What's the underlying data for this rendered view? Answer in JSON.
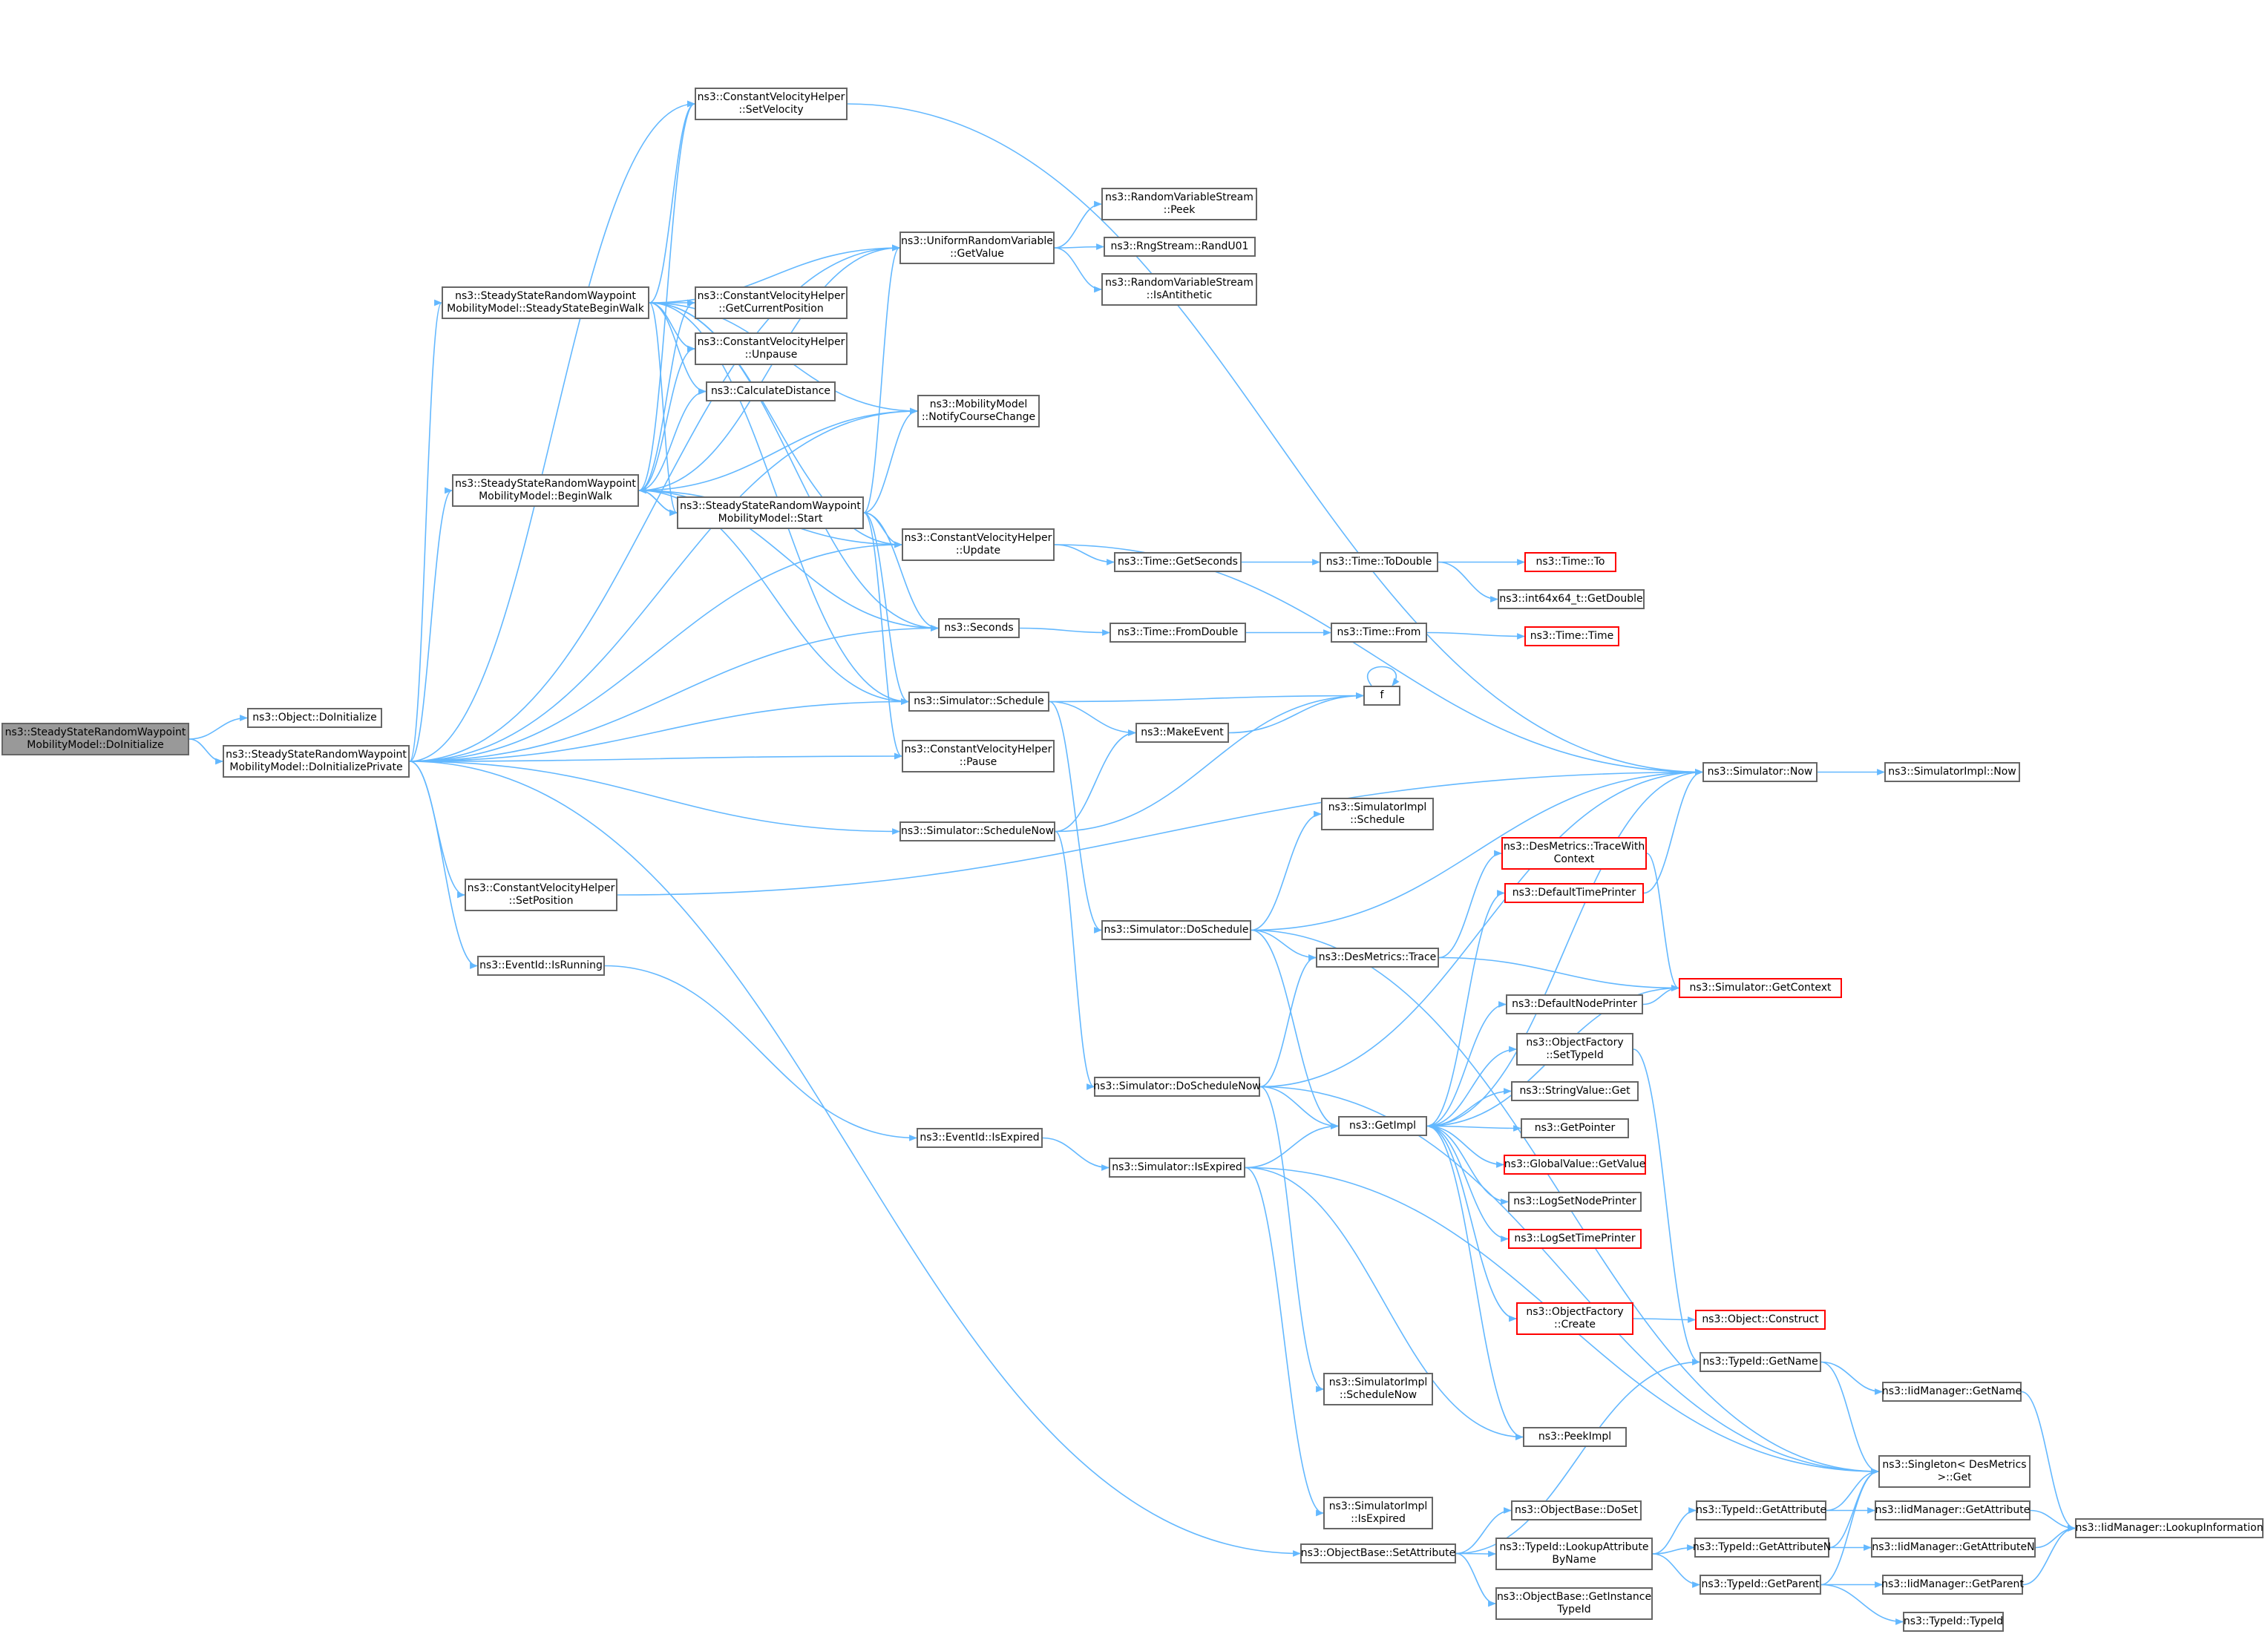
{
  "colors": {
    "edge": "#63b8ff",
    "border": "#666666",
    "root_fill": "#999999",
    "truncated_border": "#ff0000"
  },
  "nodes": {
    "root": {
      "l1": "ns3::SteadyStateRandomWaypoint",
      "l2": "MobilityModel::DoInitialize"
    },
    "obj_doinit": {
      "l1": "ns3::Object::DoInitialize"
    },
    "doinit_priv": {
      "l1": "ns3::SteadyStateRandomWaypoint",
      "l2": "MobilityModel::DoInitializePrivate"
    },
    "cvh_setvel": {
      "l1": "ns3::ConstantVelocityHelper",
      "l2": "::SetVelocity"
    },
    "ss_beginwalk": {
      "l1": "ns3::SteadyStateRandomWaypoint",
      "l2": "MobilityModel::SteadyStateBeginWalk"
    },
    "cvh_getcur": {
      "l1": "ns3::ConstantVelocityHelper",
      "l2": "::GetCurrentPosition"
    },
    "cvh_unpause": {
      "l1": "ns3::ConstantVelocityHelper",
      "l2": "::Unpause"
    },
    "calcdist": {
      "l1": "ns3::CalculateDistance"
    },
    "beginwalk": {
      "l1": "ns3::SteadyStateRandomWaypoint",
      "l2": "MobilityModel::BeginWalk"
    },
    "start": {
      "l1": "ns3::SteadyStateRandomWaypoint",
      "l2": "MobilityModel::Start"
    },
    "urv_getvalue": {
      "l1": "ns3::UniformRandomVariable",
      "l2": "::GetValue"
    },
    "rvs_peek": {
      "l1": "ns3::RandomVariableStream",
      "l2": "::Peek"
    },
    "rng_randu01": {
      "l1": "ns3::RngStream::RandU01"
    },
    "rvs_isanti": {
      "l1": "ns3::RandomVariableStream",
      "l2": "::IsAntithetic"
    },
    "mm_notify": {
      "l1": "ns3::MobilityModel",
      "l2": "::NotifyCourseChange"
    },
    "cvh_update": {
      "l1": "ns3::ConstantVelocityHelper",
      "l2": "::Update"
    },
    "time_getsec": {
      "l1": "ns3::Time::GetSeconds"
    },
    "time_todouble": {
      "l1": "ns3::Time::ToDouble"
    },
    "time_to": {
      "l1": "ns3::Time::To"
    },
    "int64_getdouble": {
      "l1": "ns3::int64x64_t::GetDouble"
    },
    "seconds": {
      "l1": "ns3::Seconds"
    },
    "time_fromdouble": {
      "l1": "ns3::Time::FromDouble"
    },
    "time_from": {
      "l1": "ns3::Time::From"
    },
    "time_time": {
      "l1": "ns3::Time::Time"
    },
    "sim_schedule": {
      "l1": "ns3::Simulator::Schedule"
    },
    "f": {
      "l1": "f"
    },
    "makeevent": {
      "l1": "ns3::MakeEvent"
    },
    "cvh_pause": {
      "l1": "ns3::ConstantVelocityHelper",
      "l2": "::Pause"
    },
    "sim_schednow": {
      "l1": "ns3::Simulator::ScheduleNow"
    },
    "sim_now": {
      "l1": "ns3::Simulator::Now"
    },
    "simimpl_now": {
      "l1": "ns3::SimulatorImpl::Now"
    },
    "cvh_setpos": {
      "l1": "ns3::ConstantVelocityHelper",
      "l2": "::SetPosition"
    },
    "simimpl_sched": {
      "l1": "ns3::SimulatorImpl",
      "l2": "::Schedule"
    },
    "desm_tracewith": {
      "l1": "ns3::DesMetrics::TraceWith",
      "l2": "Context"
    },
    "deftimeprinter": {
      "l1": "ns3::DefaultTimePrinter"
    },
    "sim_dosched": {
      "l1": "ns3::Simulator::DoSchedule"
    },
    "desm_trace": {
      "l1": "ns3::DesMetrics::Trace"
    },
    "sim_getctx": {
      "l1": "ns3::Simulator::GetContext"
    },
    "eventid_isrunning": {
      "l1": "ns3::EventId::IsRunning"
    },
    "defnodeprinter": {
      "l1": "ns3::DefaultNodePrinter"
    },
    "of_settypeid": {
      "l1": "ns3::ObjectFactory",
      "l2": "::SetTypeId"
    },
    "sim_doschednow": {
      "l1": "ns3::Simulator::DoScheduleNow"
    },
    "strval_get": {
      "l1": "ns3::StringValue::Get"
    },
    "getimpl": {
      "l1": "ns3::GetImpl"
    },
    "getpointer": {
      "l1": "ns3::GetPointer"
    },
    "eventid_isexpired": {
      "l1": "ns3::EventId::IsExpired"
    },
    "globalvalue_getvalue": {
      "l1": "ns3::GlobalValue::GetValue"
    },
    "sim_isexpired": {
      "l1": "ns3::Simulator::IsExpired"
    },
    "logsetnode": {
      "l1": "ns3::LogSetNodePrinter"
    },
    "logsettime": {
      "l1": "ns3::LogSetTimePrinter"
    },
    "of_create": {
      "l1": "ns3::ObjectFactory",
      "l2": "::Create"
    },
    "obj_construct": {
      "l1": "ns3::Object::Construct"
    },
    "typeid_getname": {
      "l1": "ns3::TypeId::GetName"
    },
    "iidm_getname": {
      "l1": "ns3::IidManager::GetName"
    },
    "simimpl_schednow": {
      "l1": "ns3::SimulatorImpl",
      "l2": "::ScheduleNow"
    },
    "peekimpl": {
      "l1": "ns3::PeekImpl"
    },
    "singleton_get": {
      "l1": "ns3::Singleton< DesMetrics",
      "l2": " >::Get"
    },
    "simimpl_isexpired": {
      "l1": "ns3::SimulatorImpl",
      "l2": "::IsExpired"
    },
    "typeid_getattr": {
      "l1": "ns3::TypeId::GetAttribute"
    },
    "iidm_getattr": {
      "l1": "ns3::IidManager::GetAttribute"
    },
    "objbase_doset": {
      "l1": "ns3::ObjectBase::DoSet"
    },
    "iidm_lookupinfo": {
      "l1": "ns3::IidManager::LookupInformation"
    },
    "objbase_setattr": {
      "l1": "ns3::ObjectBase::SetAttribute"
    },
    "typeid_lookupattr": {
      "l1": "ns3::TypeId::LookupAttribute",
      "l2": "ByName"
    },
    "typeid_getattrn": {
      "l1": "ns3::TypeId::GetAttributeN"
    },
    "iidm_getattrn": {
      "l1": "ns3::IidManager::GetAttributeN"
    },
    "typeid_getparent": {
      "l1": "ns3::TypeId::GetParent"
    },
    "iidm_getparent": {
      "l1": "ns3::IidManager::GetParent"
    },
    "objbase_getinst": {
      "l1": "ns3::ObjectBase::GetInstance",
      "l2": "TypeId"
    },
    "typeid_typeid": {
      "l1": "ns3::TypeId::TypeId"
    }
  },
  "edges": [
    [
      "root",
      "obj_doinit"
    ],
    [
      "root",
      "doinit_priv"
    ],
    [
      "doinit_priv",
      "cvh_setvel"
    ],
    [
      "doinit_priv",
      "ss_beginwalk"
    ],
    [
      "doinit_priv",
      "beginwalk"
    ],
    [
      "doinit_priv",
      "urv_getvalue"
    ],
    [
      "doinit_priv",
      "mm_notify"
    ],
    [
      "doinit_priv",
      "cvh_update"
    ],
    [
      "doinit_priv",
      "seconds"
    ],
    [
      "doinit_priv",
      "sim_schedule"
    ],
    [
      "doinit_priv",
      "cvh_pause"
    ],
    [
      "doinit_priv",
      "sim_schednow"
    ],
    [
      "doinit_priv",
      "cvh_setpos"
    ],
    [
      "doinit_priv",
      "eventid_isrunning"
    ],
    [
      "doinit_priv",
      "objbase_setattr"
    ],
    [
      "ss_beginwalk",
      "cvh_setvel"
    ],
    [
      "ss_beginwalk",
      "cvh_getcur"
    ],
    [
      "ss_beginwalk",
      "cvh_unpause"
    ],
    [
      "ss_beginwalk",
      "calcdist"
    ],
    [
      "ss_beginwalk",
      "start"
    ],
    [
      "ss_beginwalk",
      "urv_getvalue"
    ],
    [
      "ss_beginwalk",
      "mm_notify"
    ],
    [
      "ss_beginwalk",
      "cvh_update"
    ],
    [
      "ss_beginwalk",
      "seconds"
    ],
    [
      "ss_beginwalk",
      "sim_schedule"
    ],
    [
      "beginwalk",
      "cvh_setvel"
    ],
    [
      "beginwalk",
      "cvh_getcur"
    ],
    [
      "beginwalk",
      "cvh_unpause"
    ],
    [
      "beginwalk",
      "calcdist"
    ],
    [
      "beginwalk",
      "start"
    ],
    [
      "beginwalk",
      "urv_getvalue"
    ],
    [
      "beginwalk",
      "mm_notify"
    ],
    [
      "beginwalk",
      "cvh_update"
    ],
    [
      "beginwalk",
      "seconds"
    ],
    [
      "beginwalk",
      "sim_schedule"
    ],
    [
      "start",
      "beginwalk"
    ],
    [
      "start",
      "urv_getvalue"
    ],
    [
      "start",
      "mm_notify"
    ],
    [
      "start",
      "cvh_update"
    ],
    [
      "start",
      "seconds"
    ],
    [
      "start",
      "sim_schedule"
    ],
    [
      "start",
      "cvh_pause"
    ],
    [
      "cvh_setvel",
      "sim_now"
    ],
    [
      "urv_getvalue",
      "rvs_peek"
    ],
    [
      "urv_getvalue",
      "rng_randu01"
    ],
    [
      "urv_getvalue",
      "rvs_isanti"
    ],
    [
      "cvh_update",
      "sim_now"
    ],
    [
      "cvh_update",
      "time_getsec"
    ],
    [
      "time_getsec",
      "time_todouble"
    ],
    [
      "time_todouble",
      "time_to"
    ],
    [
      "time_todouble",
      "int64_getdouble"
    ],
    [
      "seconds",
      "time_fromdouble"
    ],
    [
      "time_fromdouble",
      "time_from"
    ],
    [
      "time_from",
      "time_time"
    ],
    [
      "sim_schedule",
      "f"
    ],
    [
      "sim_schedule",
      "makeevent"
    ],
    [
      "sim_schedule",
      "sim_dosched"
    ],
    [
      "makeevent",
      "f"
    ],
    [
      "f",
      "f"
    ],
    [
      "sim_schednow",
      "makeevent"
    ],
    [
      "sim_schednow",
      "f"
    ],
    [
      "sim_schednow",
      "sim_doschednow"
    ],
    [
      "cvh_setpos",
      "sim_now"
    ],
    [
      "sim_now",
      "simimpl_now"
    ],
    [
      "sim_dosched",
      "sim_now"
    ],
    [
      "sim_dosched",
      "simimpl_sched"
    ],
    [
      "sim_dosched",
      "desm_trace"
    ],
    [
      "sim_dosched",
      "getimpl"
    ],
    [
      "sim_dosched",
      "singleton_get"
    ],
    [
      "desm_trace",
      "desm_tracewith"
    ],
    [
      "desm_trace",
      "sim_getctx"
    ],
    [
      "desm_tracewith",
      "sim_getctx"
    ],
    [
      "deftimeprinter",
      "sim_now"
    ],
    [
      "defnodeprinter",
      "sim_getctx"
    ],
    [
      "sim_getctx",
      "getimpl"
    ],
    [
      "of_settypeid",
      "typeid_getname"
    ],
    [
      "sim_doschednow",
      "sim_now"
    ],
    [
      "sim_doschednow",
      "desm_trace"
    ],
    [
      "sim_doschednow",
      "getimpl"
    ],
    [
      "sim_doschednow",
      "simimpl_schednow"
    ],
    [
      "sim_doschednow",
      "singleton_get"
    ],
    [
      "getimpl",
      "sim_now"
    ],
    [
      "getimpl",
      "deftimeprinter"
    ],
    [
      "getimpl",
      "defnodeprinter"
    ],
    [
      "getimpl",
      "of_settypeid"
    ],
    [
      "getimpl",
      "strval_get"
    ],
    [
      "getimpl",
      "getpointer"
    ],
    [
      "getimpl",
      "globalvalue_getvalue"
    ],
    [
      "getimpl",
      "logsetnode"
    ],
    [
      "getimpl",
      "logsettime"
    ],
    [
      "getimpl",
      "of_create"
    ],
    [
      "getimpl",
      "peekimpl"
    ],
    [
      "eventid_isrunning",
      "eventid_isexpired"
    ],
    [
      "eventid_isexpired",
      "sim_isexpired"
    ],
    [
      "sim_isexpired",
      "getimpl"
    ],
    [
      "sim_isexpired",
      "peekimpl"
    ],
    [
      "sim_isexpired",
      "singleton_get"
    ],
    [
      "sim_isexpired",
      "simimpl_isexpired"
    ],
    [
      "of_create",
      "obj_construct"
    ],
    [
      "typeid_getname",
      "iidm_getname"
    ],
    [
      "typeid_getname",
      "singleton_get"
    ],
    [
      "iidm_getname",
      "iidm_lookupinfo"
    ],
    [
      "objbase_setattr",
      "typeid_getname"
    ],
    [
      "objbase_setattr",
      "objbase_doset"
    ],
    [
      "objbase_setattr",
      "typeid_lookupattr"
    ],
    [
      "objbase_setattr",
      "objbase_getinst"
    ],
    [
      "typeid_lookupattr",
      "typeid_getattr"
    ],
    [
      "typeid_lookupattr",
      "typeid_getattrn"
    ],
    [
      "typeid_lookupattr",
      "typeid_getparent"
    ],
    [
      "typeid_getattr",
      "iidm_getattr"
    ],
    [
      "typeid_getattr",
      "singleton_get"
    ],
    [
      "iidm_getattr",
      "iidm_lookupinfo"
    ],
    [
      "typeid_getattrn",
      "iidm_getattrn"
    ],
    [
      "typeid_getattrn",
      "singleton_get"
    ],
    [
      "iidm_getattrn",
      "iidm_lookupinfo"
    ],
    [
      "typeid_getparent",
      "iidm_getparent"
    ],
    [
      "typeid_getparent",
      "typeid_typeid"
    ],
    [
      "typeid_getparent",
      "singleton_get"
    ],
    [
      "iidm_getparent",
      "iidm_lookupinfo"
    ]
  ]
}
